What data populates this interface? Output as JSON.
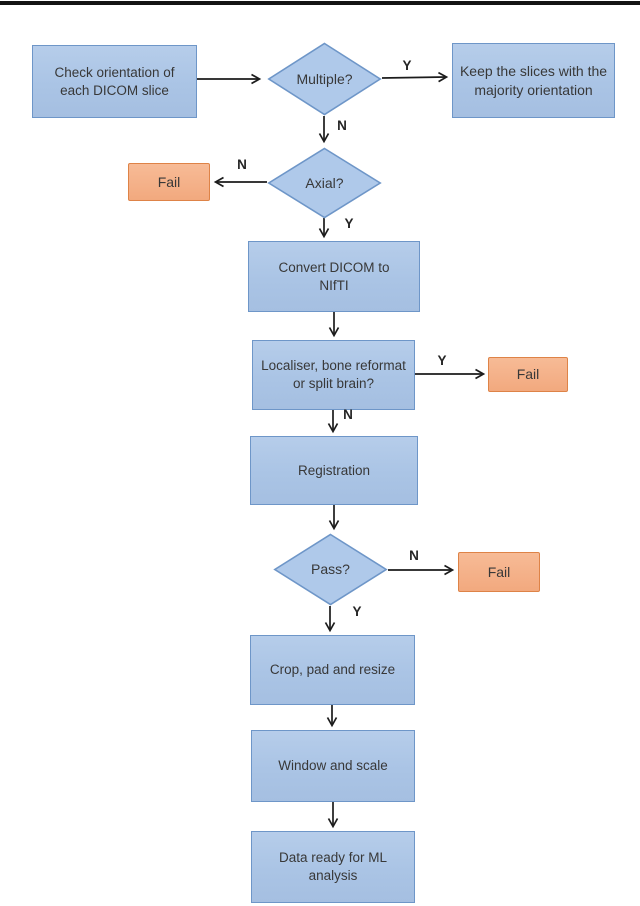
{
  "colors": {
    "top_bar": "#141414",
    "process_fill": "#aac4e5",
    "process_border": "#6e96c8",
    "decision_fill": "#afc9ea",
    "fail_fill": "#f4b088",
    "fail_border": "#de8347",
    "arrow": "#1c1c1c",
    "text": "#383838"
  },
  "labels": {
    "yes": "Y",
    "no": "N"
  },
  "nodes": {
    "check_orientation": {
      "type": "process",
      "label": "Check orientation of\neach DICOM slice"
    },
    "multiple": {
      "type": "decision",
      "label": "Multiple?"
    },
    "keep_slices": {
      "type": "process",
      "label": "Keep the slices with the\nmajority orientation"
    },
    "axial": {
      "type": "decision",
      "label": "Axial?"
    },
    "fail_axial": {
      "type": "fail",
      "label": "Fail"
    },
    "convert": {
      "type": "process",
      "label": "Convert DICOM to\nNIfTI"
    },
    "localiser": {
      "type": "process",
      "label": "Localiser, bone reformat\nor split brain?"
    },
    "fail_localiser": {
      "type": "fail",
      "label": "Fail"
    },
    "registration": {
      "type": "process",
      "label": "Registration"
    },
    "pass": {
      "type": "decision",
      "label": "Pass?"
    },
    "fail_pass": {
      "type": "fail",
      "label": "Fail"
    },
    "crop_pad_resize": {
      "type": "process",
      "label": "Crop, pad and resize"
    },
    "window_scale": {
      "type": "process",
      "label": "Window and scale"
    },
    "data_ready": {
      "type": "process",
      "label": "Data ready for ML\nanalysis"
    }
  }
}
